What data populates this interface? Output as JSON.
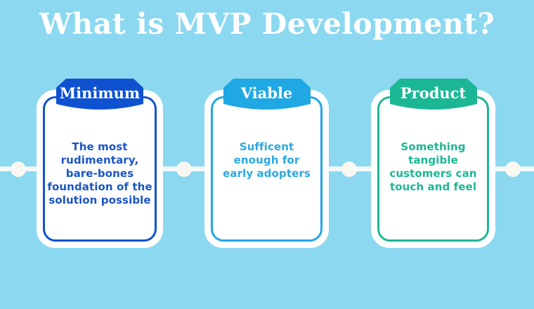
{
  "title": "What is MVP Development?",
  "background_color": "#8BD8F0",
  "connector": {
    "line_color": "#F2F8FA",
    "dot_color": "#F8F7F1",
    "dot_count": 4
  },
  "cards": [
    {
      "label": "Minimum",
      "text": "The most\nrudimentary,\nbare-bones\nfoundation of the\nsolution possible",
      "accent": "#0E52D1",
      "text_color": "#1A55C8"
    },
    {
      "label": "Viable",
      "text": "Sufficent\nenough for\nearly adopters",
      "accent": "#1FA8E4",
      "text_color": "#29A9E1"
    },
    {
      "label": "Product",
      "text": "Something\ntangible\ncustomers can\ntouch and feel",
      "accent": "#1BB795",
      "text_color": "#1CB894"
    }
  ]
}
